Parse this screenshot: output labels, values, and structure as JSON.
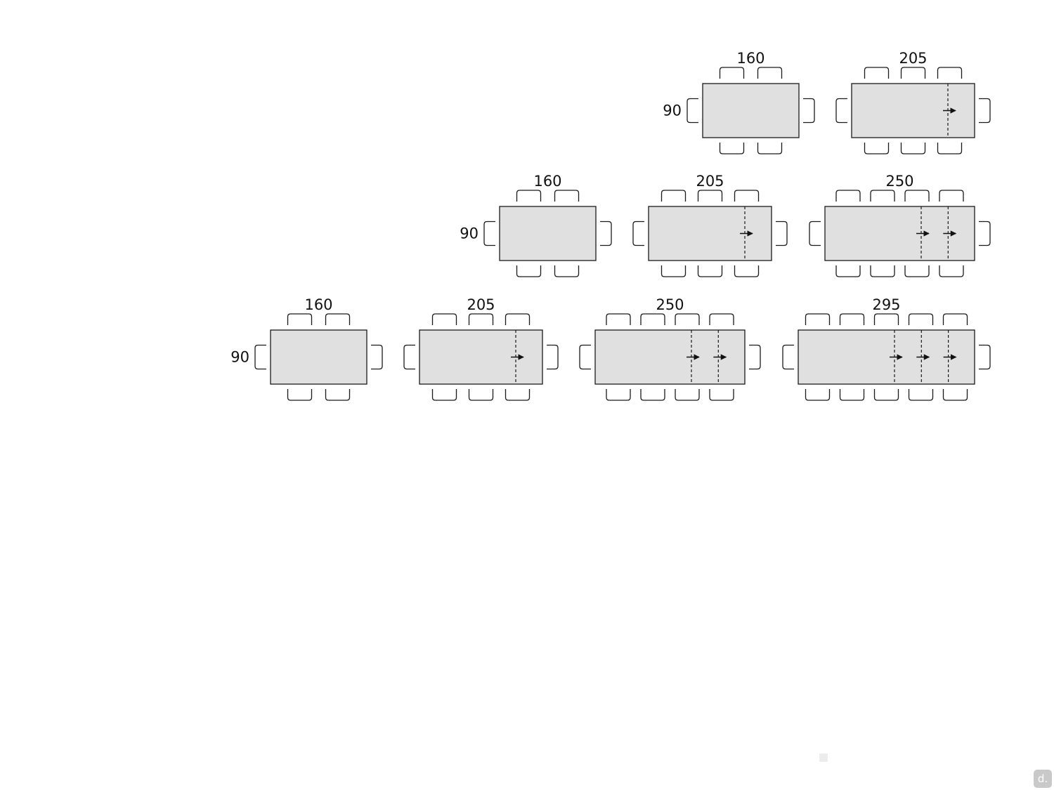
{
  "colors": {
    "table_fill": "#e0e0e0",
    "stroke": "#1a1a1a",
    "background": "#ffffff"
  },
  "badge": {
    "label": "d."
  },
  "rows": [
    {
      "width_label": "90",
      "tables": [
        {
          "length_label": "160",
          "extensions": 0,
          "chairs_per_side": 2
        },
        {
          "length_label": "205",
          "extensions": 1,
          "chairs_per_side": 3
        }
      ]
    },
    {
      "width_label": "90",
      "tables": [
        {
          "length_label": "160",
          "extensions": 0,
          "chairs_per_side": 2
        },
        {
          "length_label": "205",
          "extensions": 1,
          "chairs_per_side": 3
        },
        {
          "length_label": "250",
          "extensions": 2,
          "chairs_per_side": 4
        }
      ]
    },
    {
      "width_label": "90",
      "tables": [
        {
          "length_label": "160",
          "extensions": 0,
          "chairs_per_side": 2
        },
        {
          "length_label": "205",
          "extensions": 1,
          "chairs_per_side": 3
        },
        {
          "length_label": "250",
          "extensions": 2,
          "chairs_per_side": 4
        },
        {
          "length_label": "295",
          "extensions": 3,
          "chairs_per_side": 5
        }
      ]
    }
  ]
}
